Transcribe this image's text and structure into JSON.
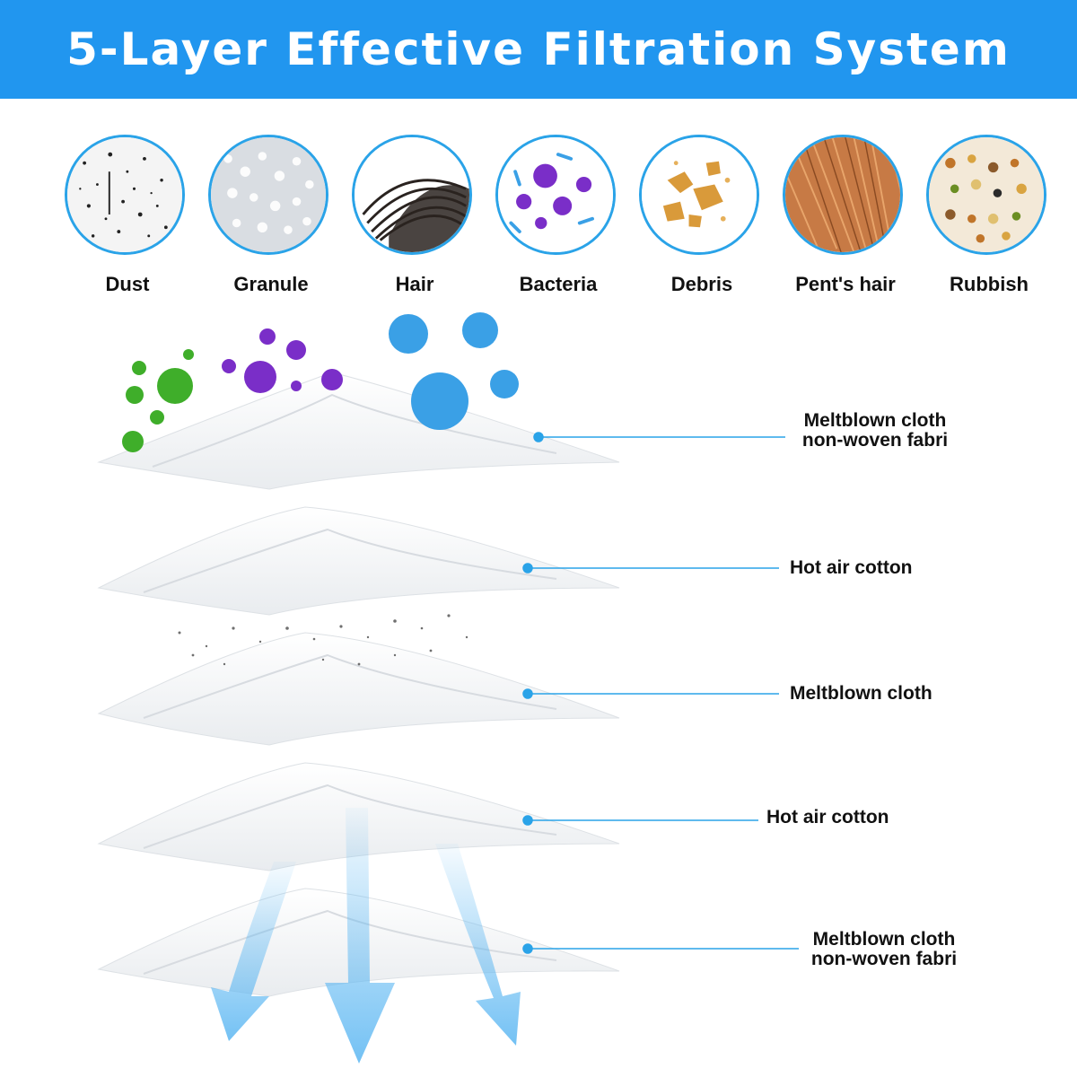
{
  "header": {
    "title": "5-Layer Effective Filtration System",
    "bg_color": "#2196ef"
  },
  "categories": [
    {
      "label": "Dust",
      "icon": "dust-icon"
    },
    {
      "label": "Granule",
      "icon": "granule-icon"
    },
    {
      "label": "Hair",
      "icon": "hair-icon"
    },
    {
      "label": "Bacteria",
      "icon": "bacteria-icon"
    },
    {
      "label": "Debris",
      "icon": "debris-icon"
    },
    {
      "label": "Pent's hair",
      "icon": "pet-hair-icon"
    },
    {
      "label": "Rubbish",
      "icon": "rubbish-icon"
    }
  ],
  "layers": [
    {
      "line1": "Meltblown cloth",
      "line2": "non-woven fabri"
    },
    {
      "line1": "Hot air cotton",
      "line2": ""
    },
    {
      "line1": "Meltblown cloth",
      "line2": ""
    },
    {
      "line1": "Hot air cotton",
      "line2": ""
    },
    {
      "line1": "Meltblown cloth",
      "line2": "non-woven fabri"
    }
  ],
  "colors": {
    "accent": "#2aa3e8",
    "germ_green": "#3fae2a",
    "germ_purple": "#7a2ec8",
    "germ_blue": "#3aa0e6",
    "airflow": "#5ab6f2"
  }
}
